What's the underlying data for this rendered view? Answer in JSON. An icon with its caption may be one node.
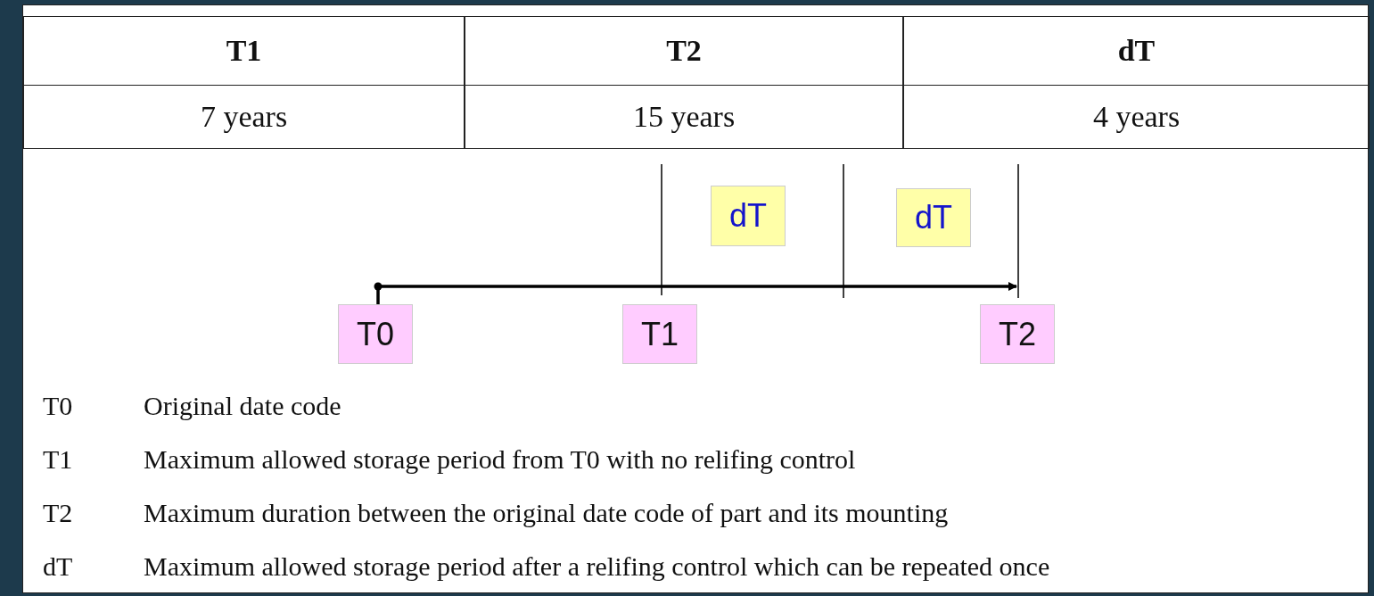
{
  "diagram": {
    "nodes": [
      {
        "text": [
          "T0"
        ]
      },
      {
        "text": [
          "T1"
        ]
      },
      {
        "text": [
          "T2"
        ]
      },
      {
        "text": [
          "dT"
        ]
      },
      {
        "text": [
          "dT"
        ]
      }
    ],
    "edges": [
      {
        "from": 0,
        "to": 2,
        "arrow": "to"
      }
    ],
    "labels": [
      "T1",
      "T2",
      "dT",
      "7 years",
      "15 years",
      "4 years",
      "T0",
      "Original date code",
      "T1",
      "Maximum allowed storage period from T0 with no relifing control",
      "T2",
      "Maximum duration between the original date code of part and its mounting",
      "dT",
      "Maximum allowed storage period after a relifing control which can be repeated once"
    ]
  }
}
